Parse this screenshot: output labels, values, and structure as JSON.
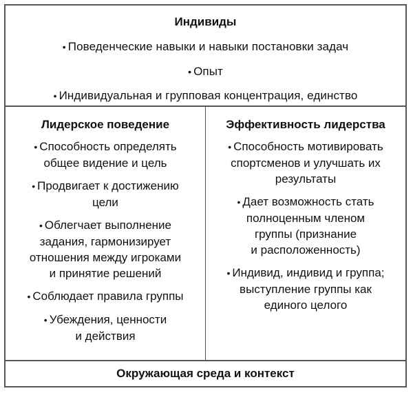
{
  "individuals": {
    "title": "Индивиды",
    "items": [
      "Поведенческие навыки и навыки постановки задач",
      "Опыт",
      "Индивидуальная и групповая концентрация, единство"
    ]
  },
  "leadership_behavior": {
    "title": "Лидерское поведение",
    "items": [
      "Способность определять\nобщее видение и цель",
      "Продвигает к достижению\nцели",
      "Облегчает выполнение\nзадания, гармонизирует\nотношения между игроками\nи принятие решений",
      "Соблюдает правила группы",
      "Убеждения, ценности\nи действия"
    ]
  },
  "leadership_effectiveness": {
    "title": "Эффективность лидерства",
    "items": [
      "Способность мотивировать\nспортсменов и улучшать их\nрезультаты",
      "Дает возможность стать\nполноценным членом\nгруппы (признание\nи расположенность)",
      "Индивид, индивид и группа;\nвыступление группы как\nединого целого"
    ]
  },
  "environment": {
    "title": "Окружающая среда и контекст"
  },
  "colors": {
    "border": "#555555",
    "text": "#111111",
    "background": "#ffffff"
  }
}
